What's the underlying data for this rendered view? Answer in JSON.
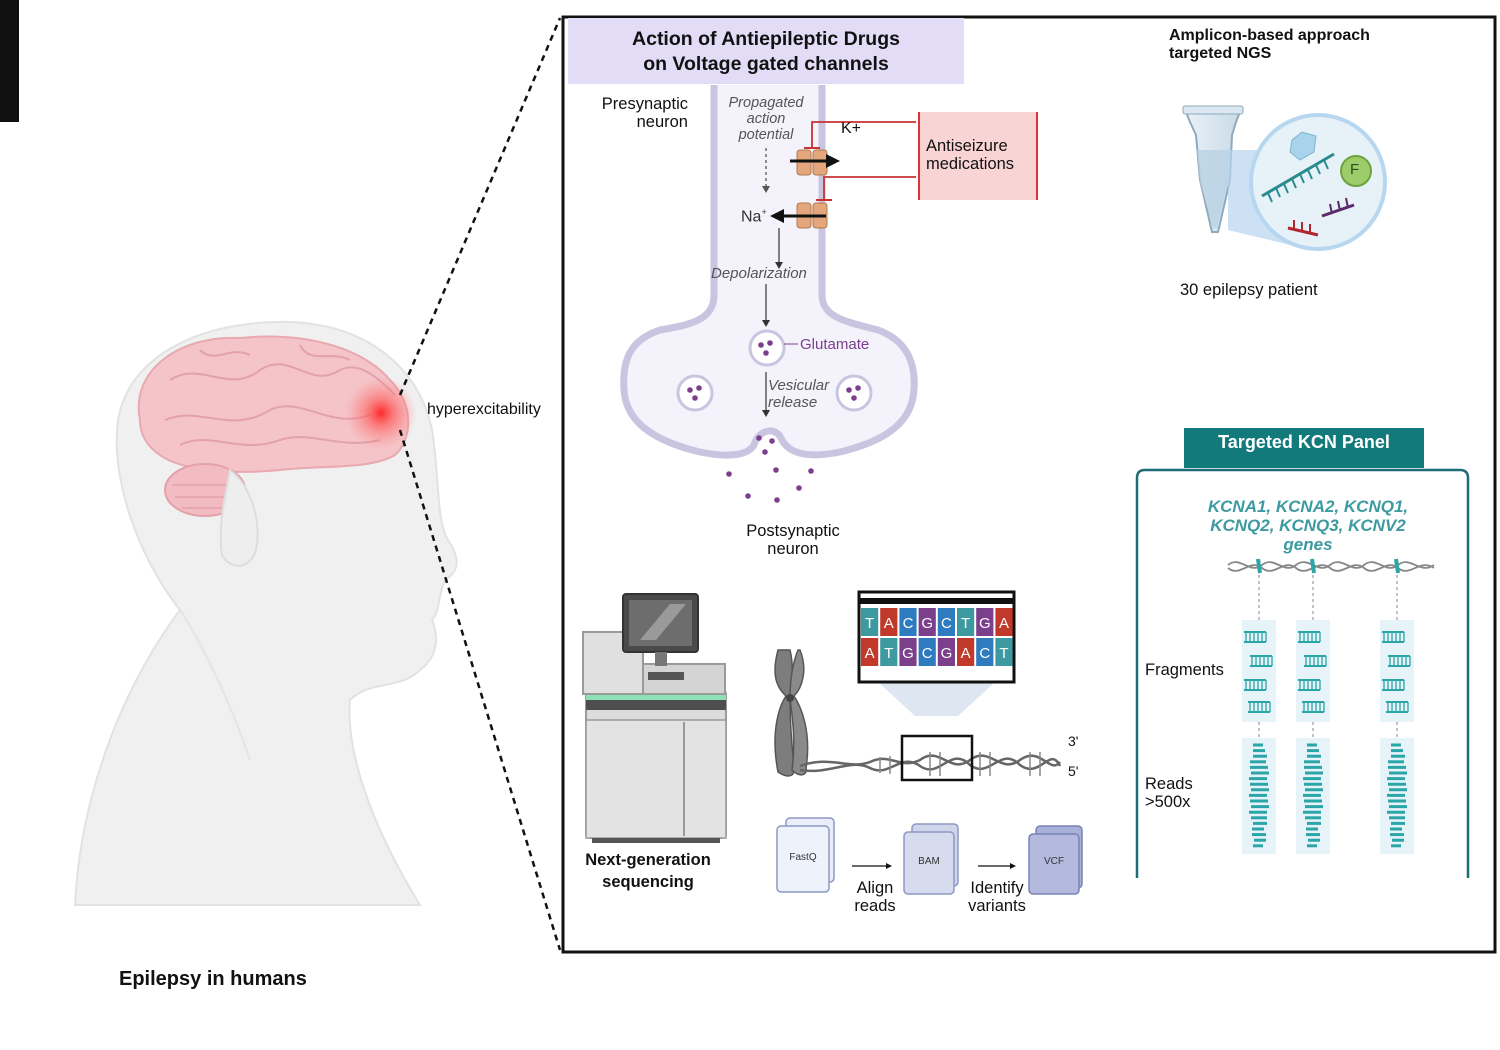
{
  "left": {
    "caption": "Epilepsy in humans",
    "hyperexcitability_label": "hyperexcitability"
  },
  "mechanism": {
    "title_line1": "Action of Antiepileptic Drugs",
    "title_line2": "on Voltage gated channels",
    "presynaptic_line1": "Presynaptic",
    "presynaptic_line2": "neuron",
    "propagated_line1": "Propagated",
    "propagated_line2": "action",
    "propagated_line3": "potential",
    "k_label": "K+",
    "na_label": "Na",
    "na_sup": "+",
    "depolarization": "Depolarization",
    "glutamate": "Glutamate",
    "vesicular_line1": "Vesicular",
    "vesicular_line2": "release",
    "postsynaptic_line1": "Postsynaptic",
    "postsynaptic_line2": "neuron",
    "medication_line1": "Antiseizure",
    "medication_line2": "medications"
  },
  "amplicon": {
    "title_line1": "Amplicon-based approach",
    "title_line2": "targeted NGS",
    "patients": "30 epilepsy patient",
    "bead_letter": "F"
  },
  "ngs": {
    "label_line1": "Next-generation",
    "label_line2": "sequencing",
    "sequence_top": [
      "T",
      "A",
      "C",
      "G",
      "C",
      "T",
      "G",
      "A"
    ],
    "sequence_bottom": [
      "A",
      "T",
      "G",
      "C",
      "G",
      "A",
      "C",
      "T"
    ],
    "strand_3": "3'",
    "strand_5": "5'",
    "files": [
      "FastQ",
      "BAM",
      "VCF"
    ],
    "step1_line1": "Align",
    "step1_line2": "reads",
    "step2_line1": "Identify",
    "step2_line2": "variants"
  },
  "panel": {
    "header": "Targeted KCN Panel",
    "genes_line1": "KCNA1, KCNA2, KCNQ1,",
    "genes_line2": "KCNQ2, KCNQ3, KCNV2",
    "genes_line3": "genes",
    "fragments": "Fragments",
    "reads_line1": "Reads",
    "reads_line2": ">500x"
  },
  "colors": {
    "title_bg": "#e3dcf6",
    "medication_bg": "#f9d4d4",
    "panel_header_bg": "#137a7c",
    "gene_text": "#3c9aa0",
    "glutamate": "#7b3f8c",
    "brain": "#f4c4c8",
    "focus_red": "#ff2a2a"
  }
}
